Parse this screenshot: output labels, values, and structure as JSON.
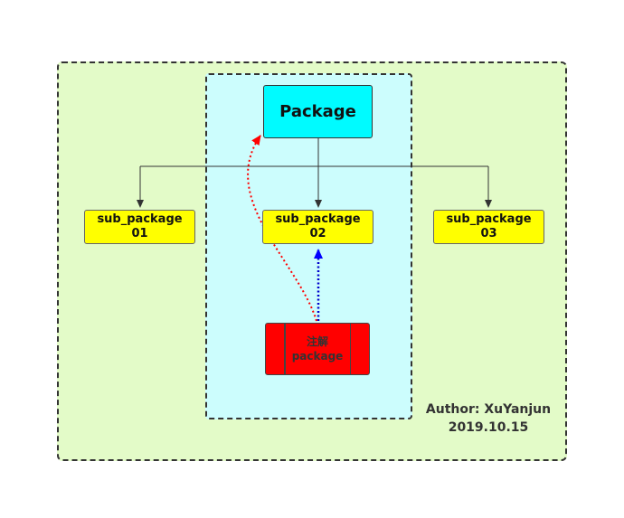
{
  "root": {
    "label": "Package"
  },
  "sub_packages": [
    {
      "line1": "sub_package",
      "line2": "01"
    },
    {
      "line1": "sub_package",
      "line2": "02"
    },
    {
      "line1": "sub_package",
      "line2": "03"
    }
  ],
  "annotation": {
    "line1": "注解",
    "line2": "package"
  },
  "author": {
    "line1": "Author: XuYanjun",
    "line2": "2019.10.15"
  },
  "colors": {
    "outer_fill": "#e3fbc8",
    "inner_fill": "#ccfdfd",
    "root_fill": "#00fbff",
    "sub_fill": "#ffff00",
    "annotation_fill": "#ff0000",
    "dotted_red_link": "#ff0000",
    "dotted_blue_link": "#0000ff"
  }
}
